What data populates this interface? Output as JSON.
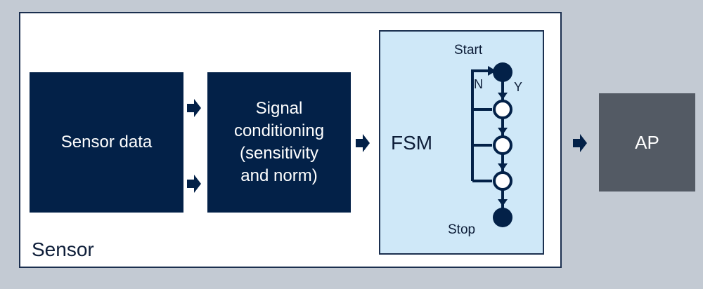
{
  "diagram": {
    "container": {
      "label": "Sensor"
    },
    "blocks": [
      {
        "id": "sensor-data",
        "lines": [
          "Sensor data"
        ]
      },
      {
        "id": "signal-conditioning",
        "lines": [
          "Signal",
          "conditioning",
          "(sensitivity",
          "and norm)"
        ]
      },
      {
        "id": "fsm",
        "label": "FSM"
      },
      {
        "id": "ap",
        "lines": [
          "AP"
        ]
      }
    ],
    "fsm": {
      "start_label": "Start",
      "stop_label": "Stop",
      "no_label": "N",
      "yes_label": "Y",
      "states": [
        "start",
        "state-1",
        "state-2",
        "state-3",
        "stop"
      ]
    },
    "connections": [
      {
        "from": "sensor-data",
        "to": "signal-conditioning",
        "count": 2
      },
      {
        "from": "signal-conditioning",
        "to": "fsm"
      },
      {
        "from": "fsm",
        "to": "ap"
      }
    ],
    "colors": {
      "dark_navy": "#032148",
      "fsm_fill": "#cfe8f8",
      "ap_fill": "#535a64",
      "background": "#c3cad3"
    }
  }
}
